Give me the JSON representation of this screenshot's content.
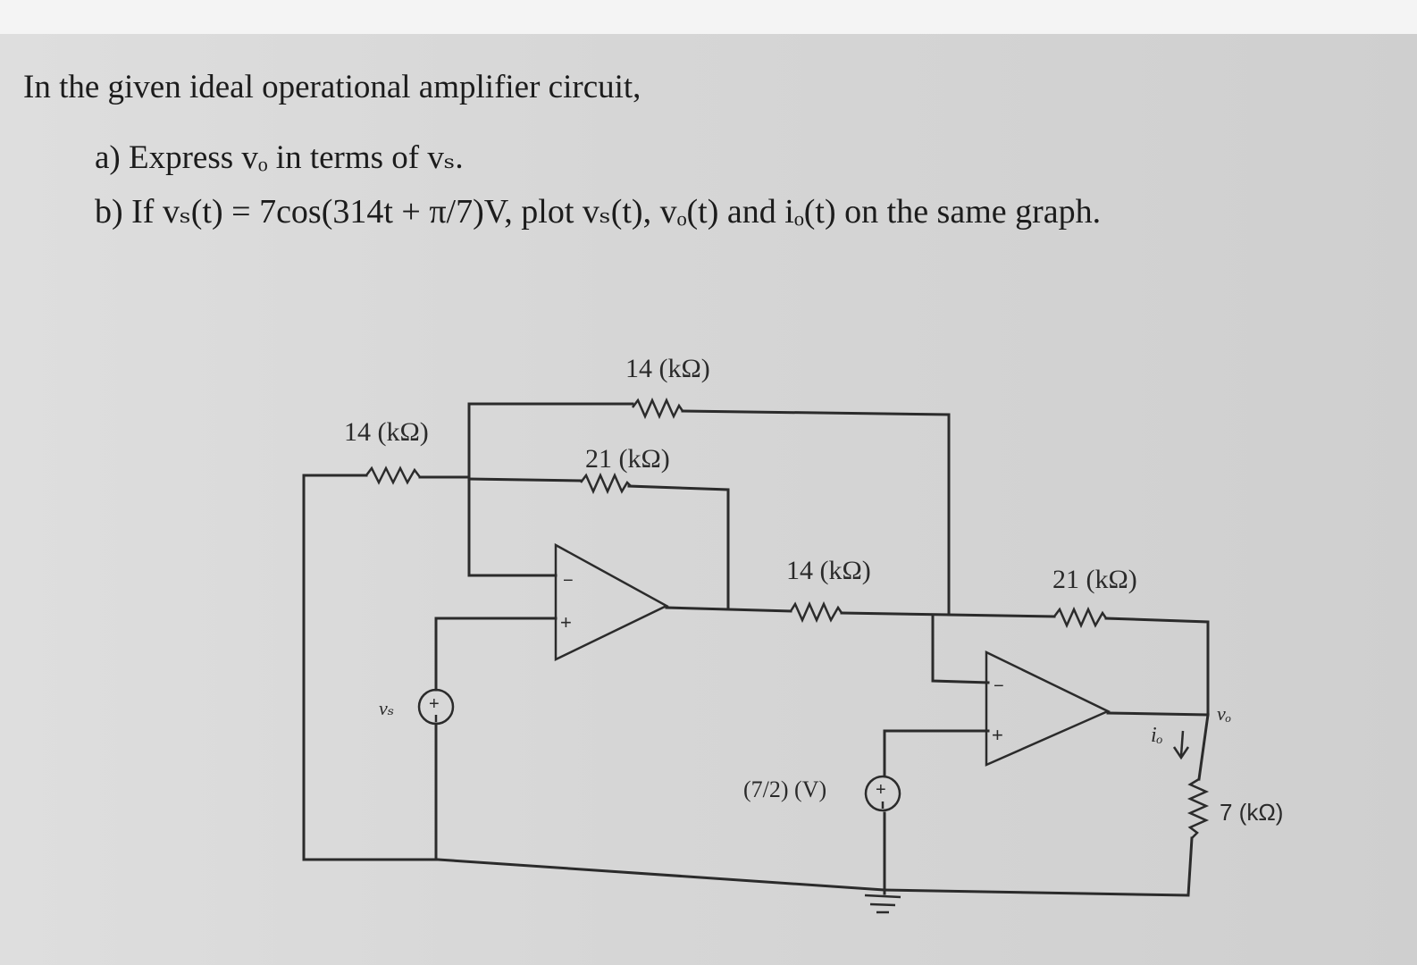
{
  "question": {
    "intro": "In the given ideal operational amplifier circuit,",
    "part_a": "a) Express vₒ in terms of vₛ.",
    "part_b": "b) If vₛ(t) = 7cos(314t + π/7)V, plot vₛ(t), vₒ(t) and iₒ(t) on the same graph."
  },
  "circuit": {
    "r_input": "14 (kΩ)",
    "r_feedback_outer": "14 (kΩ)",
    "r_feedback_inner": "21 (kΩ)",
    "r_stage2_input": "14 (kΩ)",
    "r_stage2_feedback": "21 (kΩ)",
    "r_load": "7 (kΩ)",
    "source_vs_label": "vₛ",
    "source_dc_label": "(7/2) (V)",
    "output_label": "vₒ",
    "current_label": "iₒ",
    "plus_sign": "+",
    "minus_sign": "−"
  }
}
